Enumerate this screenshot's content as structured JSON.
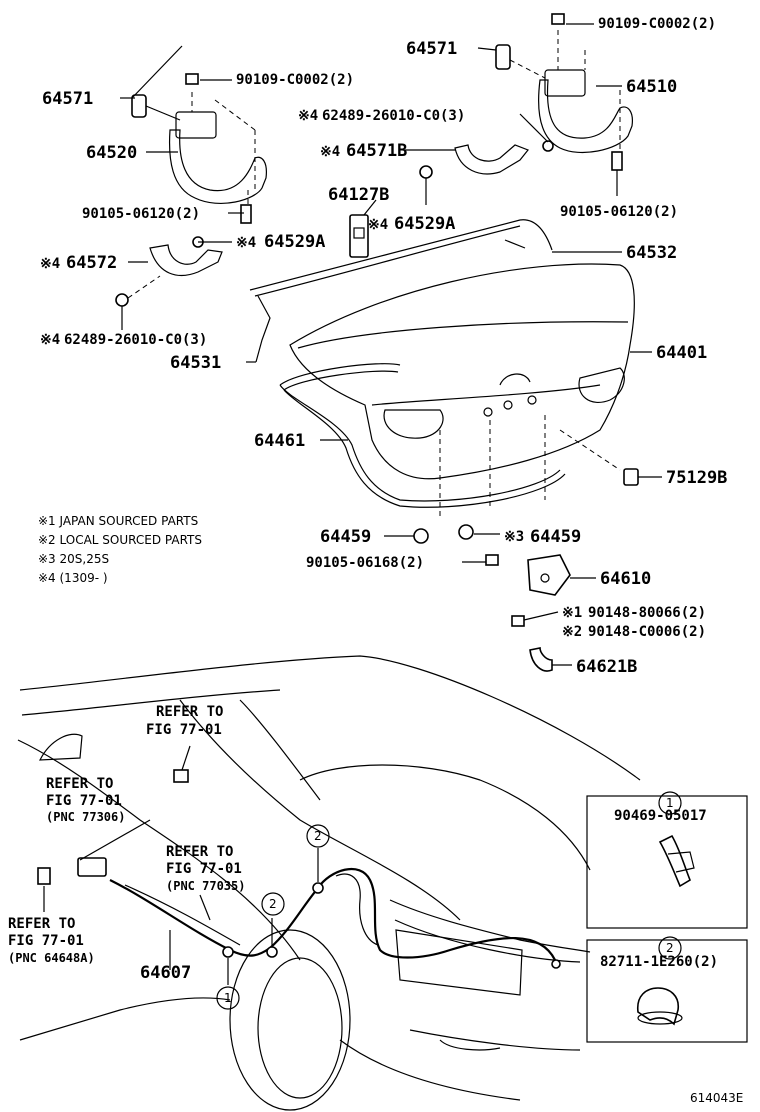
{
  "parts": {
    "p64571_l": "64571",
    "p90109_l": "90109-C0002(2)",
    "p64520": "64520",
    "p90105_l": "90105-06120(2)",
    "p64572": "64572",
    "p64529a_l": "64529A",
    "p62489_l": "62489-26010-C0(3)",
    "p64531": "64531",
    "p64461": "64461",
    "p64571_r": "64571",
    "p90109_r": "90109-C0002(2)",
    "p64510": "64510",
    "p62489_r": "62489-26010-C0(3)",
    "p64571b": "64571B",
    "p64127b": "64127B",
    "p64529a_r": "64529A",
    "p90105_r": "90105-06120(2)",
    "p64532": "64532",
    "p64401": "64401",
    "p75129b": "75129B",
    "p64459_l": "64459",
    "p64459_r": "64459",
    "p90105_06168": "90105-06168(2)",
    "p64610": "64610",
    "p90148_80066": "90148-80066(2)",
    "p90148_c0006": "90148-C0006(2)",
    "p64621b": "64621B",
    "p64607": "64607"
  },
  "marks": {
    "m4": "※4",
    "m3": "※3",
    "m1": "※1",
    "m2": "※2"
  },
  "legend": {
    "l1": "※1 JAPAN SOURCED PARTS",
    "l2": "※2 LOCAL SOURCED PARTS",
    "l3": "※3 20S,25S",
    "l4": "※4 (1309-      )"
  },
  "refs": {
    "r1_a": "REFER TO",
    "r1_b": "FIG 77-01",
    "r2_a": "REFER TO",
    "r2_b": "FIG 77-01",
    "r2_c": "(PNC 77306)",
    "r3_a": "REFER TO",
    "r3_b": "FIG 77-01",
    "r3_c": "(PNC 77035)",
    "r4_a": "REFER TO",
    "r4_b": "FIG 77-01",
    "r4_c": "(PNC 64648A)"
  },
  "inset1": {
    "num": "1",
    "part": "90469-05017"
  },
  "inset2": {
    "num": "2",
    "part": "82711-1E260(2)"
  },
  "callouts": {
    "c1": "1",
    "c2": "2"
  },
  "diagram_id": "614043E"
}
